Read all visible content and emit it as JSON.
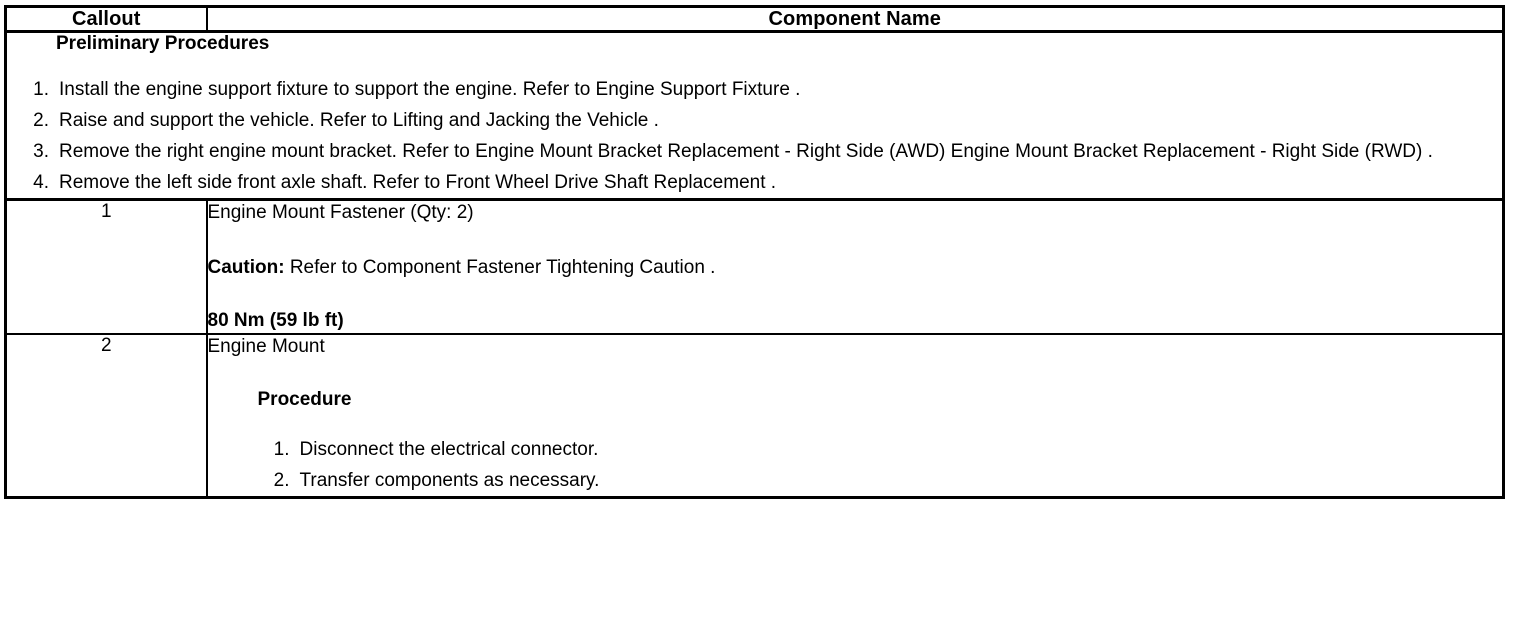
{
  "table": {
    "headers": {
      "callout": "Callout",
      "component_name": "Component Name"
    },
    "preliminary": {
      "title": "Preliminary Procedures",
      "steps": [
        "Install the engine support fixture to support the engine. Refer to Engine Support Fixture .",
        "Raise and support the vehicle. Refer to Lifting and Jacking the Vehicle .",
        "Remove the right engine mount bracket. Refer to Engine Mount Bracket Replacement - Right Side (AWD) Engine Mount Bracket Replacement - Right Side (RWD) .",
        "Remove the left side front axle shaft. Refer to Front Wheel Drive Shaft Replacement ."
      ]
    },
    "rows": [
      {
        "callout": "1",
        "component": "Engine Mount Fastener (Qty: 2)",
        "caution_label": "Caution:",
        "caution_text": "Refer to Component Fastener Tightening Caution .",
        "torque": "80 Nm (59 lb ft)"
      },
      {
        "callout": "2",
        "component": "Engine Mount",
        "procedure_label": "Procedure",
        "procedure_steps": [
          "Disconnect the electrical connector.",
          "Transfer components as necessary."
        ]
      }
    ]
  }
}
